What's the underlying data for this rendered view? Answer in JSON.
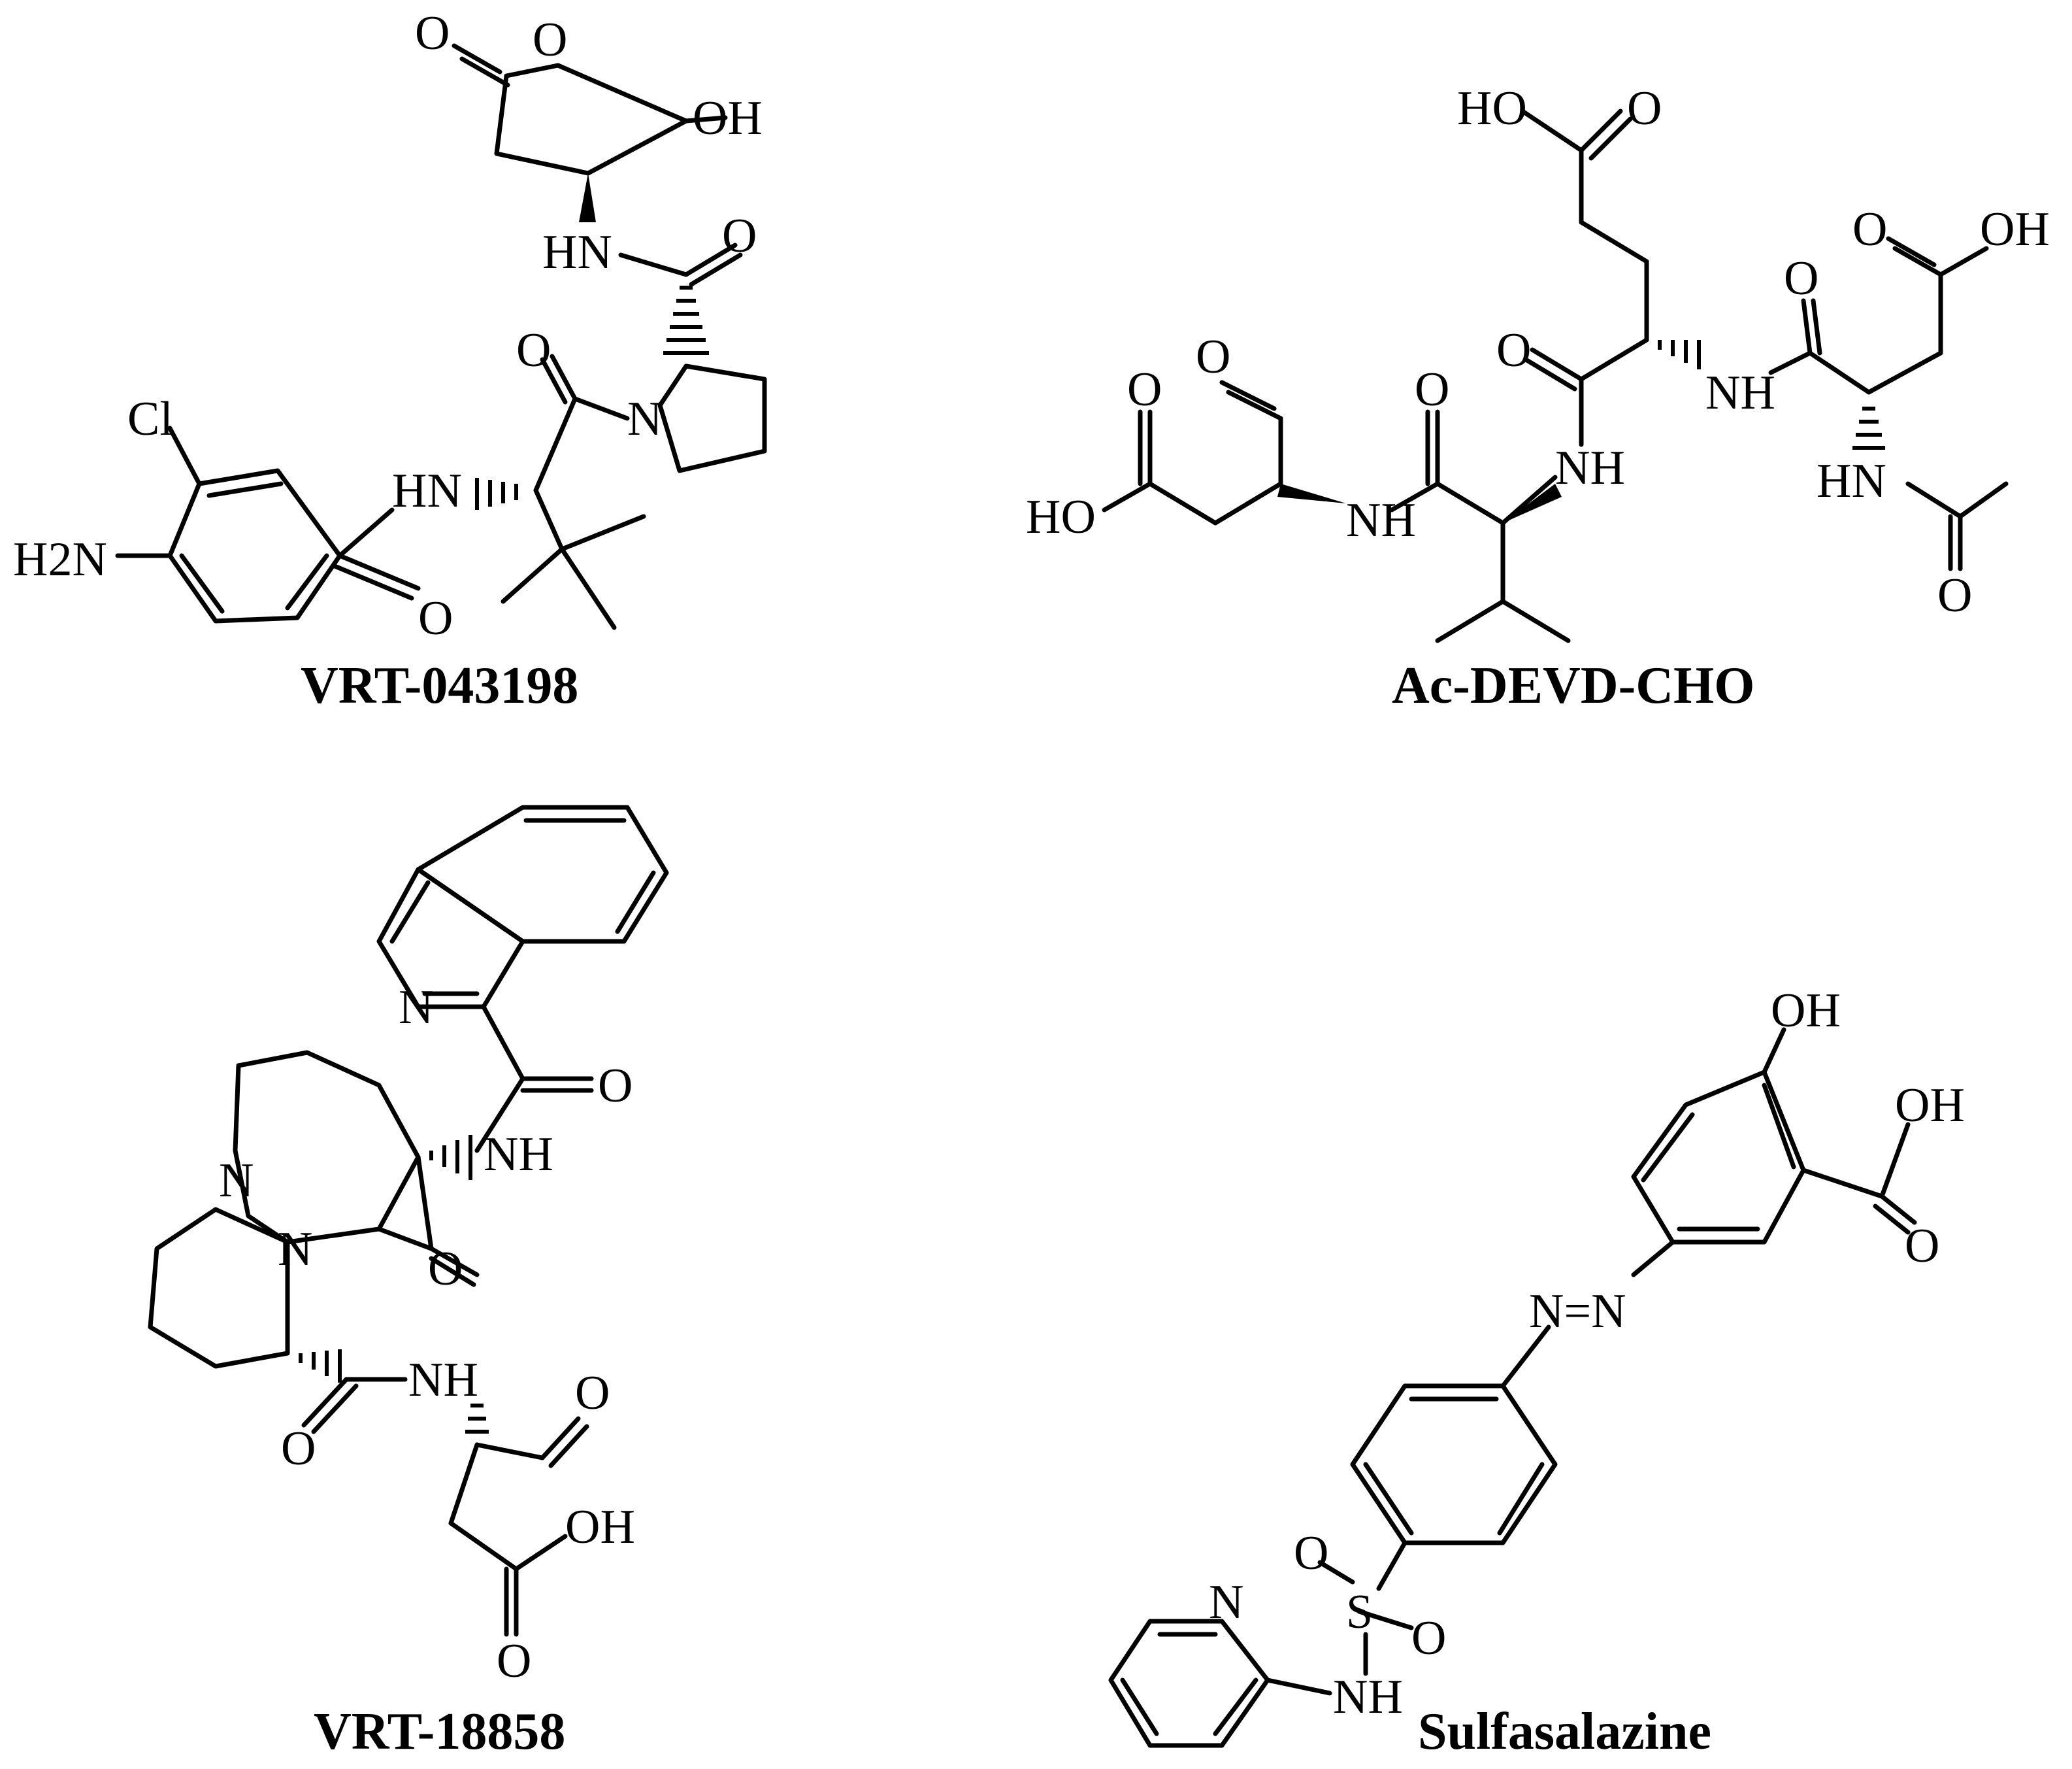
{
  "compounds": [
    {
      "title": "VRT-043198",
      "atom_labels": {
        "lactone_o": "O",
        "ring_o": "O",
        "oh": "OH",
        "hn_top": "HN",
        "o_amide_top": "O",
        "o_amide_mid": "O",
        "n_pyrrolidine": "N",
        "hn_mid": "HN",
        "cl": "Cl",
        "h2n": "H2N",
        "o_benzamide": "O"
      }
    },
    {
      "title": "Ac-DEVD-CHO",
      "atom_labels": {
        "ho_top": "HO",
        "o_top": "O",
        "o_right": "O",
        "oh_right": "OH",
        "o_glu": "O",
        "o_asp": "O",
        "nh_a": "NH",
        "o_ald": "O",
        "o_val": "O",
        "nh_b": "NH",
        "o_acid_left": "O",
        "ho_left": "HO",
        "nh_c": "NH",
        "hn_ac": "HN",
        "o_ac": "O"
      }
    },
    {
      "title": "VRT-18858",
      "atom_labels": {
        "n_isoquinoline": "N",
        "o_amide1": "O",
        "nh1": "NH",
        "n_ring1": "N",
        "n_ring2": "N",
        "o_lactam": "O",
        "nh2": "NH",
        "o_ald": "O",
        "o_amide2": "O",
        "oh": "OH",
        "o_acid": "O"
      }
    },
    {
      "title": "Sulfasalazine",
      "atom_labels": {
        "oh_phenol": "OH",
        "oh_acid": "OH",
        "o_acid": "O",
        "azo": "N=N",
        "n_pyridine": "N",
        "o_s1": "O",
        "s": "S",
        "o_s2": "O",
        "nh": "NH"
      }
    }
  ]
}
